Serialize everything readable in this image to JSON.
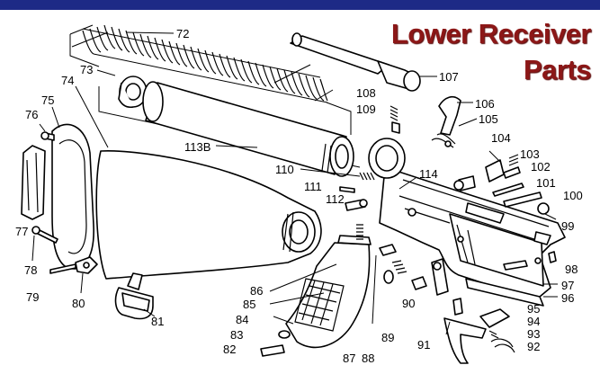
{
  "title_line1": "Lower Receiver",
  "title_line2": "Parts",
  "accent_color": "#8c1717",
  "bar_color": "#1d2a86",
  "labels": {
    "l72": "72",
    "l73": "73",
    "l74": "74",
    "l75": "75",
    "l76": "76",
    "l77": "77",
    "l78": "78",
    "l79": "79",
    "l80": "80",
    "l81": "81",
    "l82": "82",
    "l83": "83",
    "l84": "84",
    "l85": "85",
    "l86": "86",
    "l87": "87",
    "l88": "88",
    "l89": "89",
    "l90": "90",
    "l91": "91",
    "l92": "92",
    "l93": "93",
    "l94": "94",
    "l95": "95",
    "l96": "96",
    "l97": "97",
    "l98": "98",
    "l99": "99",
    "l100": "100",
    "l101": "101",
    "l102": "102",
    "l103": "103",
    "l104": "104",
    "l105": "105",
    "l106": "106",
    "l107": "107",
    "l108": "108",
    "l109": "109",
    "l110": "110",
    "l111": "111",
    "l112": "112",
    "l113b": "113B",
    "l114": "114"
  }
}
